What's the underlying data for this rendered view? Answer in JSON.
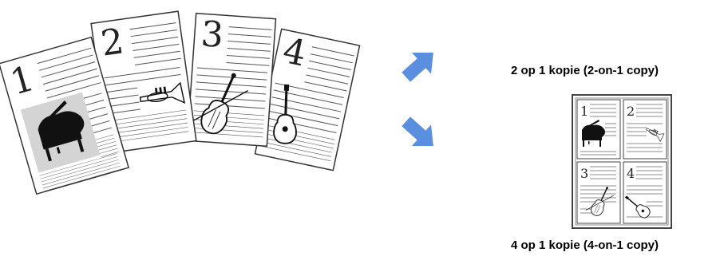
{
  "captions": {
    "two_on_one": "2 op 1 kopie (2-on-1 copy)",
    "four_on_one": "4 op 1 kopie (4-on-1 copy)"
  },
  "pages": [
    {
      "number": "1",
      "instrument": "piano"
    },
    {
      "number": "2",
      "instrument": "trumpet"
    },
    {
      "number": "3",
      "instrument": "violin"
    },
    {
      "number": "4",
      "instrument": "guitar"
    }
  ],
  "colors": {
    "arrow": "#5a8fe0",
    "page_border": "#333333",
    "text_lines": "#555555",
    "piano_highlight": "#d4d4d4"
  },
  "icons": [
    "arrow-up-right-icon",
    "arrow-down-right-icon",
    "piano-icon",
    "trumpet-icon",
    "violin-icon",
    "guitar-icon"
  ]
}
